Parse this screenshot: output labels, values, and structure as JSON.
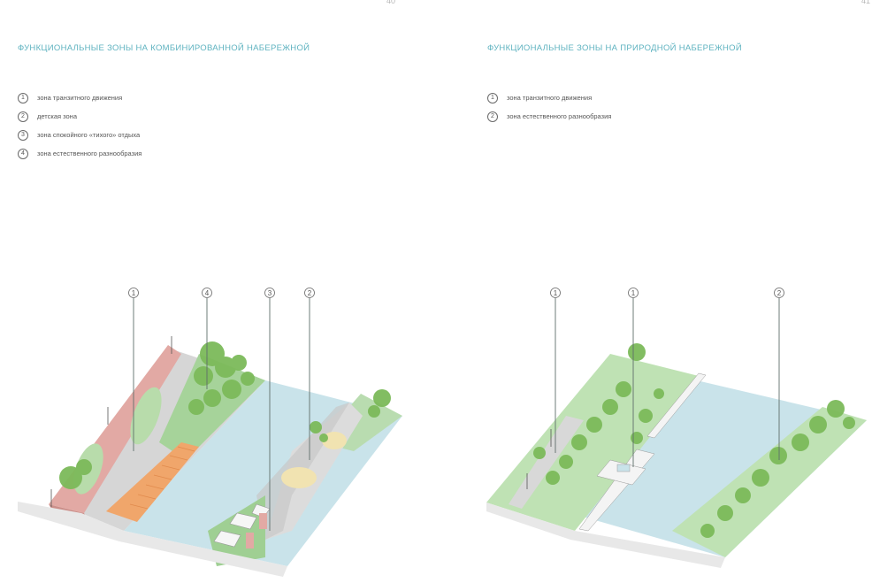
{
  "pages": {
    "left_number": "40",
    "right_number": "41"
  },
  "left": {
    "title": "ФУНКЦИОНАЛЬНЫЕ ЗОНЫ НА КОМБИНИРОВАННОЙ НАБЕРЕЖНОЙ",
    "legend": [
      {
        "num": "1",
        "label": "зона транзитного движения"
      },
      {
        "num": "2",
        "label": "детская зона"
      },
      {
        "num": "3",
        "label": "зона спокойного «тихого» отдыха"
      },
      {
        "num": "4",
        "label": "зона естественного разнообразия"
      }
    ],
    "callouts": [
      "1",
      "4",
      "3",
      "2"
    ]
  },
  "right": {
    "title": "ФУНКЦИОНАЛЬНЫЕ ЗОНЫ НА ПРИРОДНОЙ НАБЕРЕЖНОЙ",
    "legend": [
      {
        "num": "1",
        "label": "зона транзитного движения"
      },
      {
        "num": "2",
        "label": "зона естественного разнообразия"
      }
    ],
    "callouts": [
      "1",
      "1",
      "2"
    ]
  },
  "colors": {
    "accent": "#5fb3c0",
    "water": "#c9e3ea",
    "grass": "#9fcf93",
    "paving_pink": "#e2a9a4",
    "deck_orange": "#f0a66b",
    "tree": "#7cba5a"
  }
}
